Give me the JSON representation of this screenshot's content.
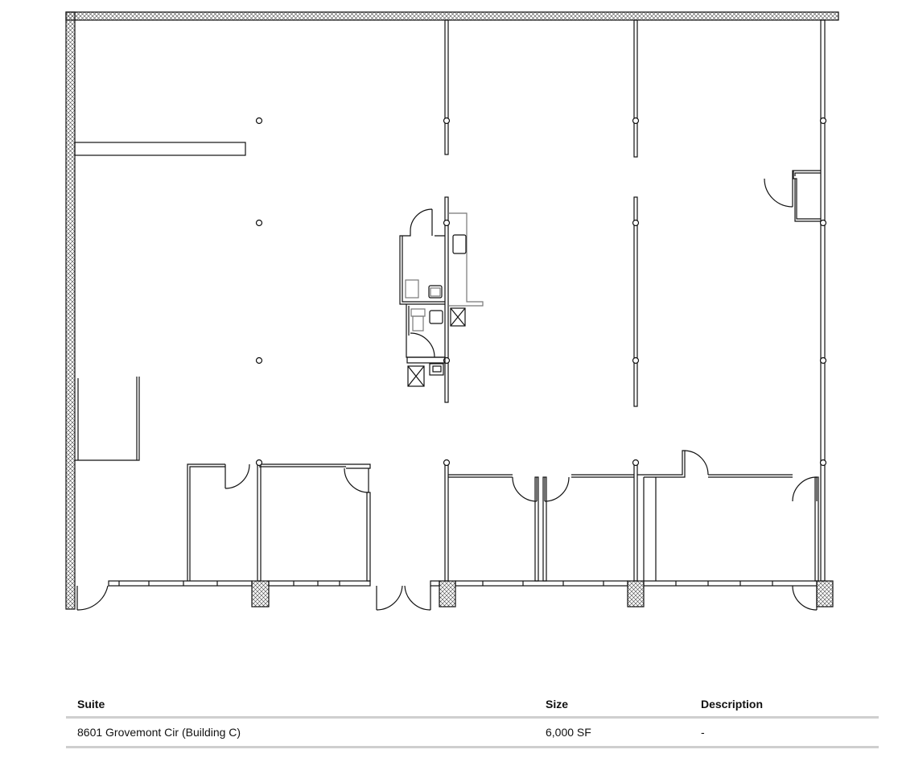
{
  "floorplan": {
    "colors": {
      "line": "#111111",
      "hatch": "#333333",
      "fixture": "#666666"
    }
  },
  "table": {
    "headers": {
      "suite": "Suite",
      "size": "Size",
      "description": "Description"
    },
    "rows": [
      {
        "suite": "8601 Grovemont Cir (Building C)",
        "size": "6,000 SF",
        "description": "-"
      }
    ]
  }
}
